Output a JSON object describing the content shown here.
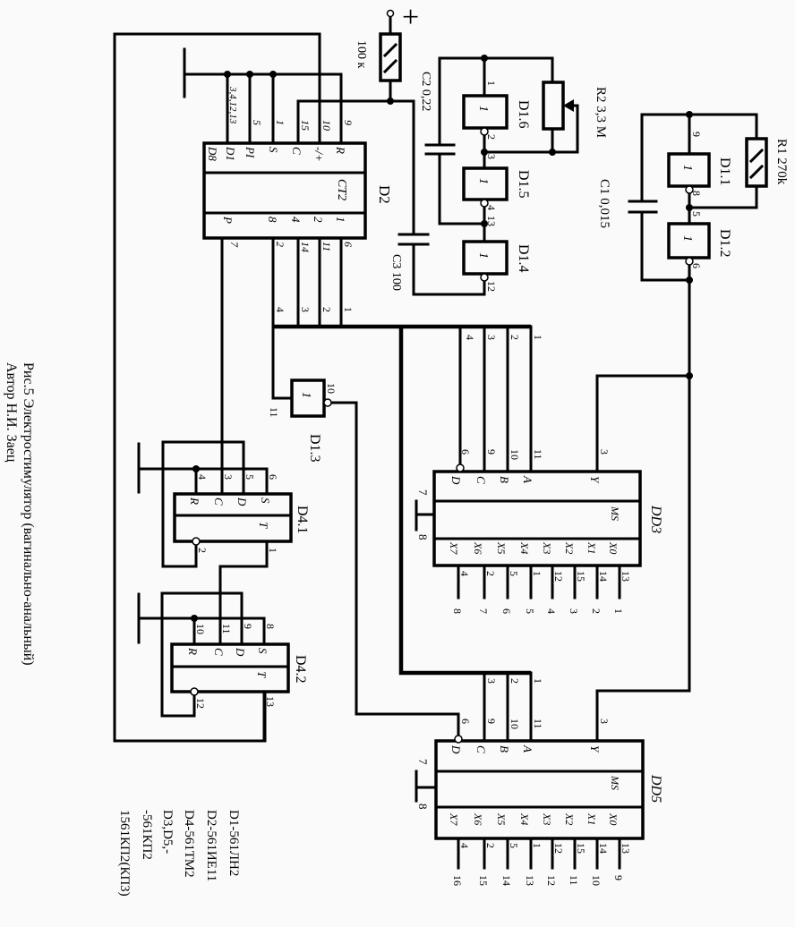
{
  "caption": {
    "line1": "Рис.5 Электростимулятор (вагинально-анальный)",
    "line2": "Автор Н.И. Заец"
  },
  "legend": [
    "D1-561ЛН2",
    "D2-561ИЕ11",
    "D4-561ТМ2",
    "D3,D5,-",
    "-561КП2",
    "1561КП2(КП3)"
  ],
  "power": {
    "plus": "+"
  },
  "resistors": {
    "r100k": "100 к",
    "r1": "R1 270k",
    "r2": "R2 3,3 M"
  },
  "capacitors": {
    "c1": "C1 0,015",
    "c2": "C2 0,22",
    "c3": "C3 100"
  },
  "gates": {
    "d1_1": {
      "label": "D1.1",
      "sym": "1",
      "in": "9",
      "out": "8"
    },
    "d1_2": {
      "label": "D1.2",
      "sym": "1",
      "in": "5",
      "out": "6"
    },
    "d1_3": {
      "label": "D1.3",
      "sym": "1",
      "in": "11",
      "out": "10"
    },
    "d1_4": {
      "label": "D1.4",
      "sym": "1",
      "in": "13",
      "out": "12"
    },
    "d1_5": {
      "label": "D1.5",
      "sym": "1",
      "in": "3",
      "out": "4"
    },
    "d1_6": {
      "label": "D1.6",
      "sym": "1",
      "in": "1",
      "out": "2"
    }
  },
  "d2": {
    "label": "D2",
    "func": "CT2",
    "top_names": [
      "D8",
      "D1",
      "PI",
      "S",
      "C",
      "-/+",
      "R"
    ],
    "top_pins": [
      "3,4,12,13",
      "5",
      "1",
      "15",
      "10",
      "9"
    ],
    "bottom_names": [
      "P",
      "8",
      "4",
      "2",
      "1"
    ],
    "bottom_pins": [
      "7",
      "2",
      "14",
      "11",
      "6"
    ],
    "bus": [
      "4",
      "3",
      "2",
      "1"
    ]
  },
  "dd3": {
    "label": "DD3",
    "ms": "MS",
    "in_names": [
      "D",
      "C",
      "B",
      "A",
      "Y"
    ],
    "in_pins": [
      "6",
      "9",
      "10",
      "11",
      "3"
    ],
    "bus": [
      "4",
      "3",
      "2",
      "1"
    ],
    "out_names": [
      "X7",
      "X6",
      "X5",
      "X4",
      "X3",
      "X2",
      "X1",
      "X0"
    ],
    "out_pins": [
      "4",
      "2",
      "5",
      "1",
      "12",
      "15",
      "14",
      "13"
    ],
    "channels": [
      "8",
      "7",
      "6",
      "5",
      "4",
      "3",
      "2",
      "1"
    ],
    "gnd": [
      "7",
      "8"
    ]
  },
  "dd5": {
    "label": "DD5",
    "ms": "MS",
    "in_names": [
      "D",
      "C",
      "B",
      "A",
      "Y"
    ],
    "in_pins": [
      "6",
      "9",
      "10",
      "11",
      "3"
    ],
    "bus": [
      "3",
      "2",
      "1"
    ],
    "out_names": [
      "X7",
      "X6",
      "X5",
      "X4",
      "X3",
      "X2",
      "X1",
      "X0"
    ],
    "out_pins": [
      "4",
      "2",
      "5",
      "1",
      "12",
      "15",
      "14",
      "13"
    ],
    "channels": [
      "16",
      "15",
      "14",
      "13",
      "12",
      "11",
      "10",
      "9"
    ],
    "gnd": [
      "7",
      "8"
    ]
  },
  "d4_1": {
    "label": "D4.1",
    "names": [
      "R",
      "C",
      "D",
      "S"
    ],
    "pins": [
      "4",
      "3",
      "5",
      "6"
    ],
    "t": "T",
    "out_pins": [
      "2",
      "1"
    ]
  },
  "d4_2": {
    "label": "D4.2",
    "names": [
      "R",
      "C",
      "D",
      "S"
    ],
    "pins": [
      "10",
      "11",
      "9",
      "8"
    ],
    "t": "T",
    "out_pins": [
      "12",
      "13"
    ]
  }
}
